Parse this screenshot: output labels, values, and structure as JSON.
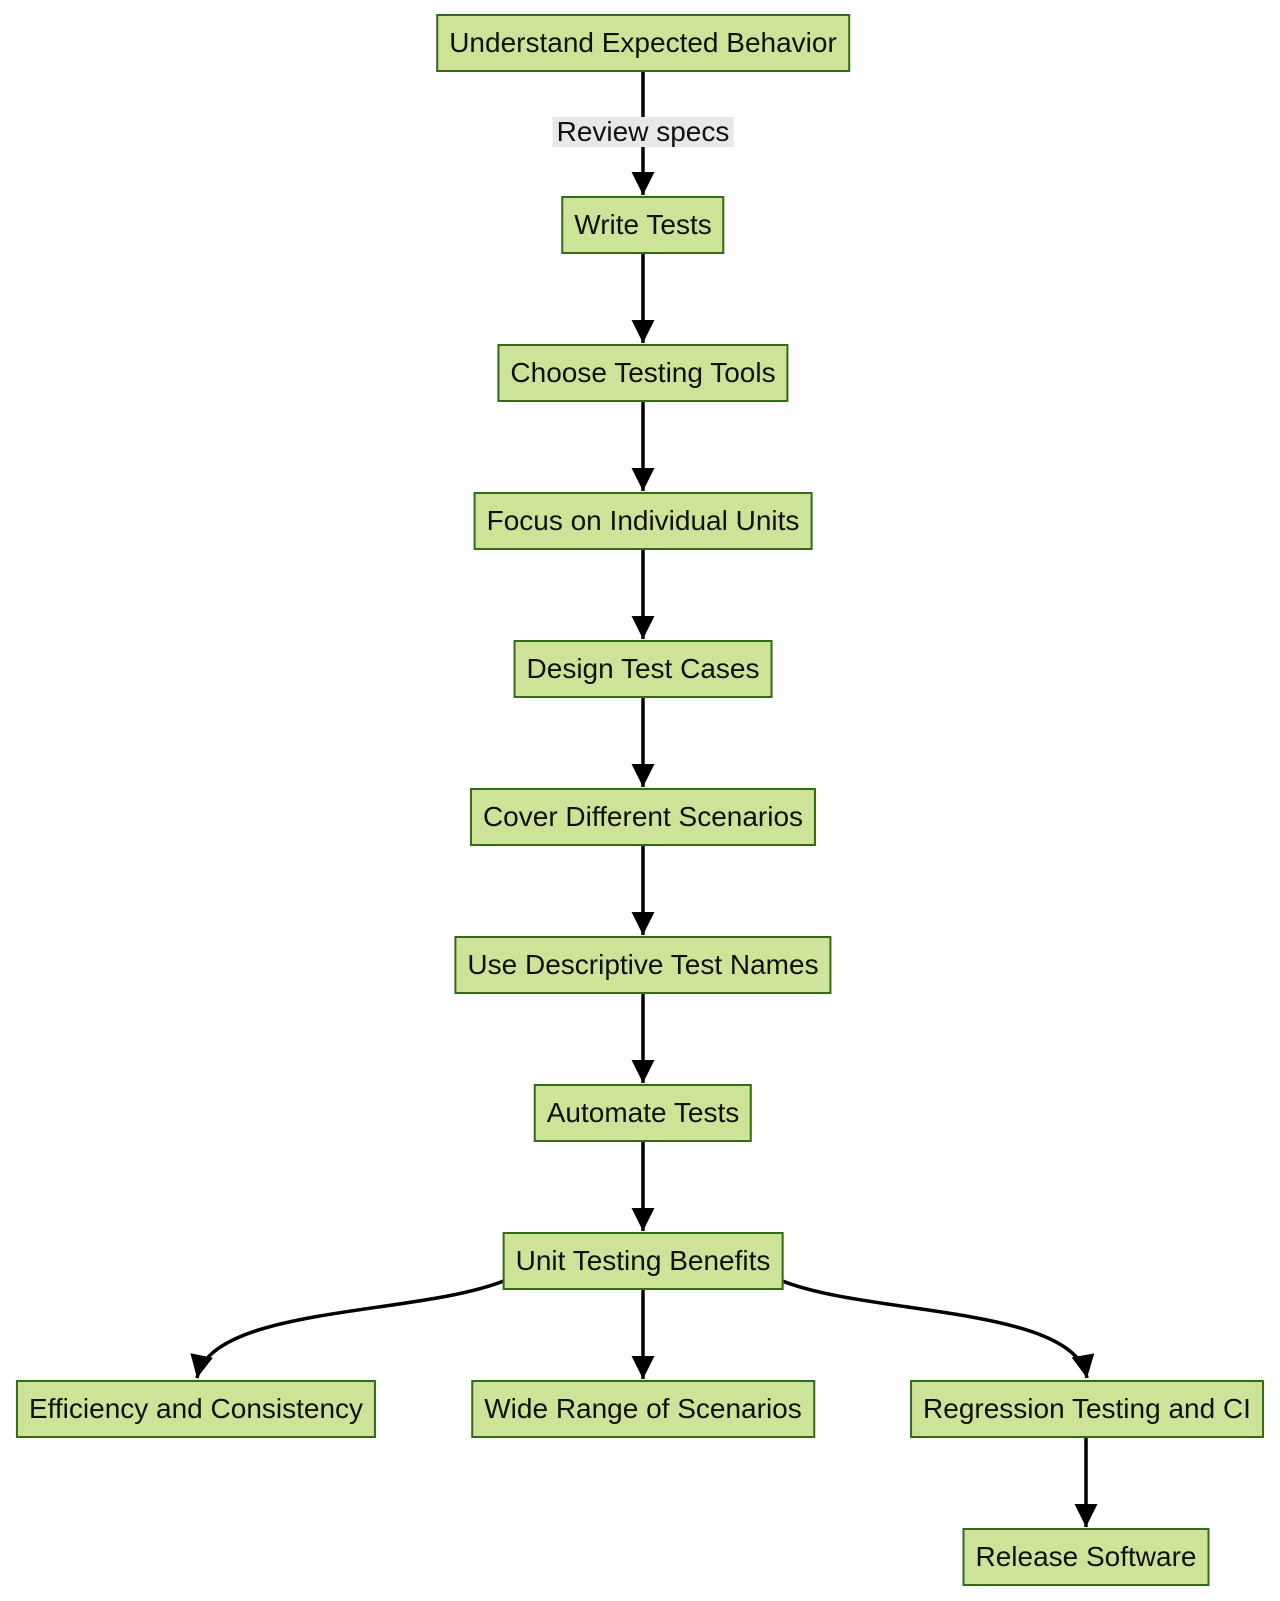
{
  "diagram": {
    "type": "flowchart",
    "direction": "top-down",
    "colors": {
      "node_fill": "#cde498",
      "node_border": "#35691d",
      "node_text": "#111111",
      "edge_stroke": "#000000",
      "edge_label_bg": "#e8e8e8",
      "background": "#ffffff"
    },
    "nodes": [
      {
        "id": "understand",
        "label": "Understand Expected Behavior"
      },
      {
        "id": "write-tests",
        "label": "Write Tests"
      },
      {
        "id": "choose-tools",
        "label": "Choose Testing Tools"
      },
      {
        "id": "focus-units",
        "label": "Focus on Individual Units"
      },
      {
        "id": "design-cases",
        "label": "Design Test Cases"
      },
      {
        "id": "cover-scenarios",
        "label": "Cover Different Scenarios"
      },
      {
        "id": "descriptive-names",
        "label": "Use Descriptive Test Names"
      },
      {
        "id": "automate",
        "label": "Automate Tests"
      },
      {
        "id": "benefits",
        "label": "Unit Testing Benefits"
      },
      {
        "id": "efficiency",
        "label": "Efficiency and Consistency"
      },
      {
        "id": "wide-range",
        "label": "Wide Range of Scenarios"
      },
      {
        "id": "regression-ci",
        "label": "Regression Testing and CI"
      },
      {
        "id": "release",
        "label": "Release Software"
      }
    ],
    "edges": [
      {
        "from": "understand",
        "to": "write-tests",
        "label": "Review specs"
      },
      {
        "from": "write-tests",
        "to": "choose-tools"
      },
      {
        "from": "choose-tools",
        "to": "focus-units"
      },
      {
        "from": "focus-units",
        "to": "design-cases"
      },
      {
        "from": "design-cases",
        "to": "cover-scenarios"
      },
      {
        "from": "cover-scenarios",
        "to": "descriptive-names"
      },
      {
        "from": "descriptive-names",
        "to": "automate"
      },
      {
        "from": "automate",
        "to": "benefits"
      },
      {
        "from": "benefits",
        "to": "efficiency"
      },
      {
        "from": "benefits",
        "to": "wide-range"
      },
      {
        "from": "benefits",
        "to": "regression-ci"
      },
      {
        "from": "regression-ci",
        "to": "release"
      }
    ]
  }
}
